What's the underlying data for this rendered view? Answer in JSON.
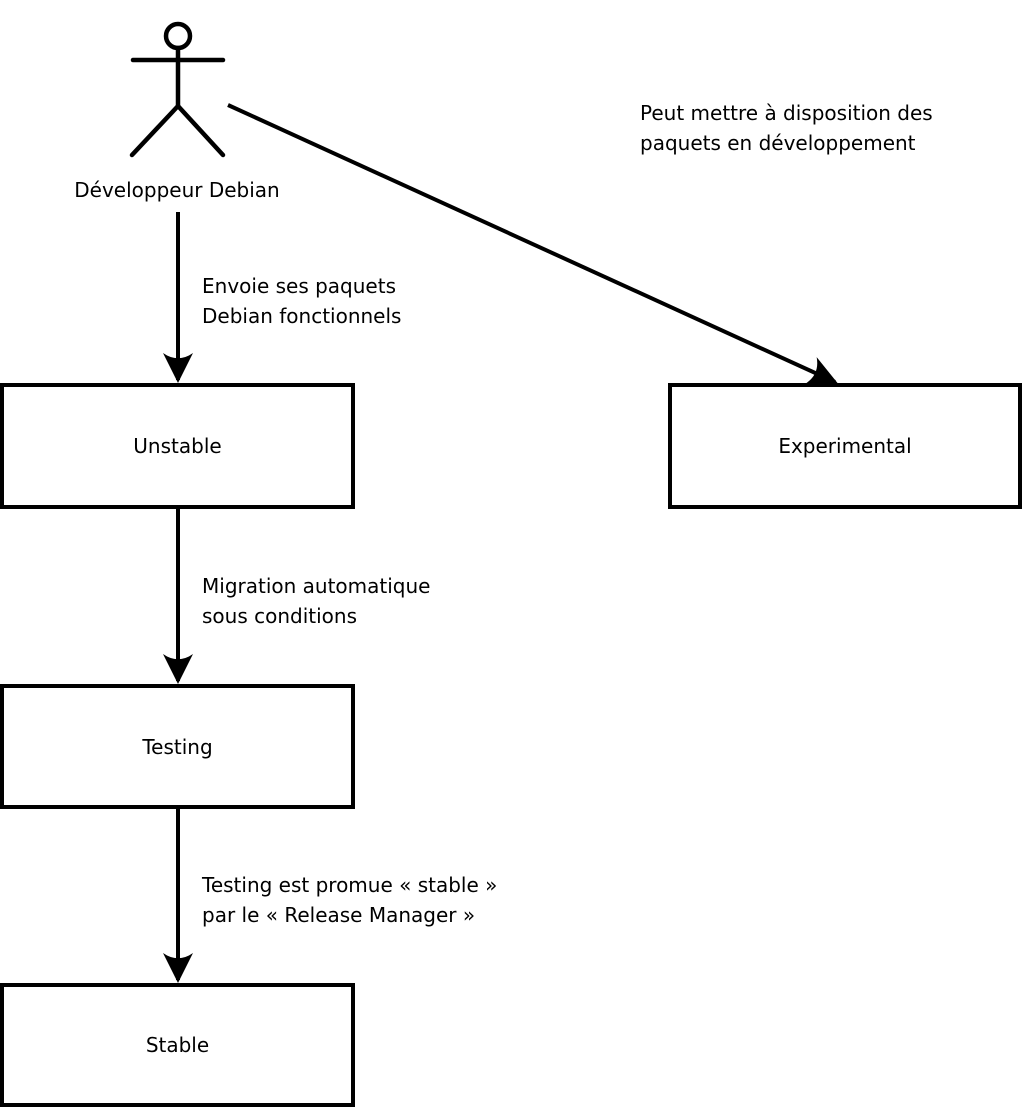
{
  "diagram": {
    "actor": {
      "label": "Développeur Debian"
    },
    "boxes": {
      "unstable": {
        "label": "Unstable"
      },
      "experimental": {
        "label": "Experimental"
      },
      "testing": {
        "label": "Testing"
      },
      "stable": {
        "label": "Stable"
      }
    },
    "edges": {
      "developer_to_experimental": {
        "label": "Peut mettre à disposition des\npaquets en développement"
      },
      "developer_to_unstable": {
        "label": "Envoie ses paquets\nDebian fonctionnels"
      },
      "unstable_to_testing": {
        "label": "Migration automatique\nsous conditions"
      },
      "testing_to_stable": {
        "label": "Testing est promue « stable »\npar le « Release Manager »"
      }
    },
    "colors": {
      "stroke": "#000000",
      "background": "#ffffff"
    }
  }
}
